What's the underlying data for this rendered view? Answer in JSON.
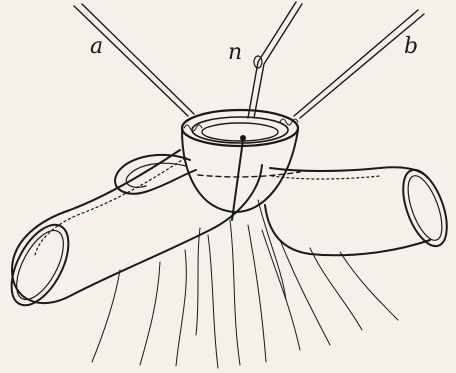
{
  "labels": {
    "a": "a",
    "n": "n",
    "b": "b"
  }
}
